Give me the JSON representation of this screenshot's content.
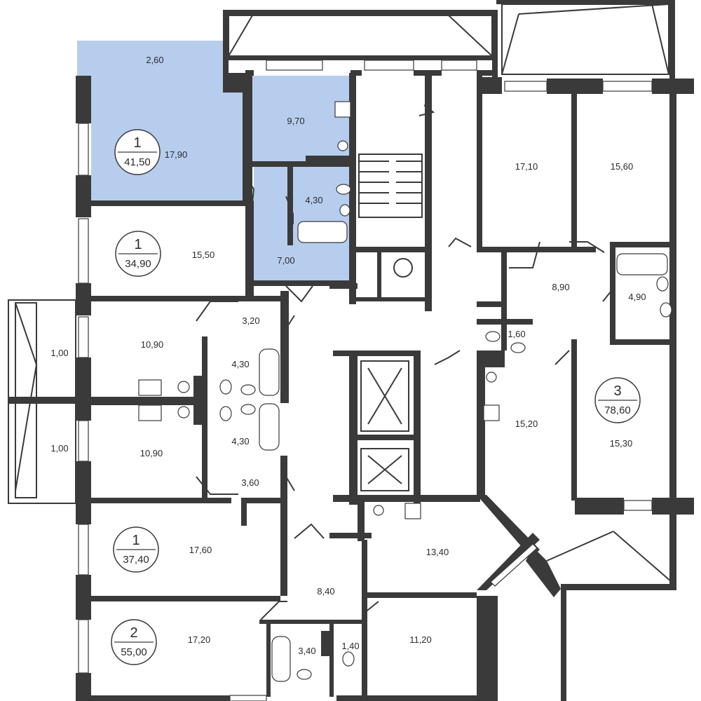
{
  "colors": {
    "wall": "#3a3a3a",
    "highlight": "#b7cdee",
    "background": "#ffffff"
  },
  "apartments": [
    {
      "id": "apt-a",
      "rooms_label": "1",
      "total_area": "41,50",
      "highlighted": true
    },
    {
      "id": "apt-b",
      "rooms_label": "1",
      "total_area": "34,90",
      "highlighted": false
    },
    {
      "id": "apt-c",
      "rooms_label": "1",
      "total_area": "37,40",
      "highlighted": false
    },
    {
      "id": "apt-d",
      "rooms_label": "2",
      "total_area": "55,00",
      "highlighted": false
    },
    {
      "id": "apt-e",
      "rooms_label": "3",
      "total_area": "78,60",
      "highlighted": false
    }
  ],
  "room_areas": {
    "balcony_top": "2,60",
    "living_a": "17,90",
    "kitchen_a": "9,70",
    "bath_a": "4,30",
    "hall_a": "7,00",
    "living_b": "15,50",
    "hall_b": "3,20",
    "kitchen_b": "10,90",
    "bath_b": "4,30",
    "balcony_left_1": "1,00",
    "balcony_left_2": "1,00",
    "kitchen_c": "10,90",
    "bath_c": "4,30",
    "hall_c": "3,60",
    "living_c": "17,60",
    "hall_d": "8,40",
    "kitchen_d": "13,40",
    "living_d": "17,20",
    "bath_d": "3,40",
    "wc_d": "1,40",
    "bedroom_d": "11,20",
    "bedroom_e1": "17,10",
    "bedroom_e2": "15,60",
    "hall_e": "8,90",
    "bath_e": "4,90",
    "wc_e": "1,60",
    "kitchen_e": "15,20",
    "living_e": "15,30"
  }
}
